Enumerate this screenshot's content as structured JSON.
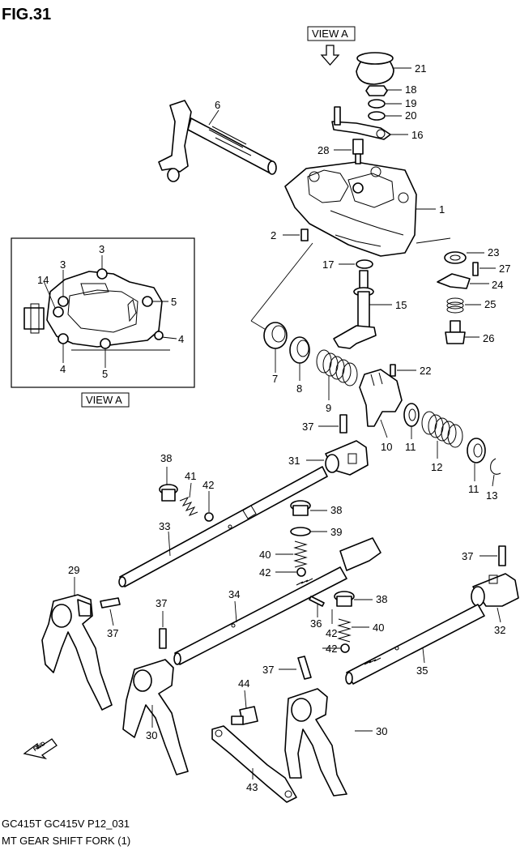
{
  "figure": {
    "title": "FIG.31",
    "footer_models": "GC415T GC415V P12_031",
    "footer_name": "MT GEAR SHIFT FORK (1)",
    "view_a_top": "VIEW A",
    "view_a_inset": "VIEW A",
    "fwd_label": "FWD"
  },
  "callouts": {
    "c1": "1",
    "c2": "2",
    "c6": "6",
    "c7": "7",
    "c8": "8",
    "c9": "9",
    "c10": "10",
    "c11a": "11",
    "c11b": "11",
    "c12": "12",
    "c13": "13",
    "c15": "15",
    "c16": "16",
    "c17": "17",
    "c18": "18",
    "c19": "19",
    "c20": "20",
    "c21": "21",
    "c22": "22",
    "c23": "23",
    "c24": "24",
    "c25": "25",
    "c26": "26",
    "c27": "27",
    "c28": "28",
    "c29": "29",
    "c30a": "30",
    "c30b": "30",
    "c31": "31",
    "c32": "32",
    "c33": "33",
    "c34": "34",
    "c35": "35",
    "c36": "36",
    "c37a": "37",
    "c37b": "37",
    "c37c": "37",
    "c37d": "37",
    "c37e": "37",
    "c38a": "38",
    "c38b": "38",
    "c38c": "38",
    "c39": "39",
    "c40a": "40",
    "c40b": "40",
    "c41": "41",
    "c42a": "42",
    "c42b": "42",
    "c42c": "42",
    "c42d": "42",
    "c43": "43",
    "c44": "44"
  },
  "inset_callouts": {
    "i3a": "3",
    "i3b": "3",
    "i14": "14",
    "i5a": "5",
    "i5b": "5",
    "i4a": "4",
    "i4b": "4"
  }
}
